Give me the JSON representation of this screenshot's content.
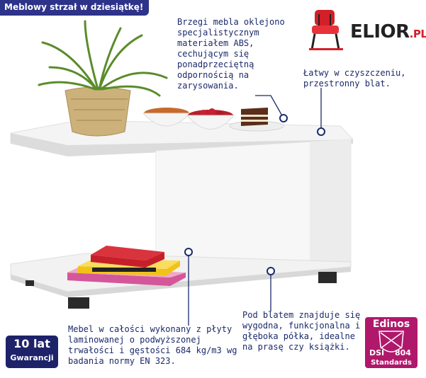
{
  "header": {
    "tagline": "Meblowy strzał w dziesiątkę!"
  },
  "brand": {
    "name": "ELIOR",
    "suffix": ".PL"
  },
  "notes": {
    "edges": "Brzegi mebla oklejono specjalistycznym materiałem ABS, cechującym się ponadprzeciętną odpornością na zarysowania.",
    "cleaning": "Łatwy w czyszczeniu, przestronny blat.",
    "material": "Mebel w całości wykonany z płyty laminowanej o podwyższonej trwałości i gęstości 684 kg/m3 wg badania normy EN 323.",
    "shelf": "Pod blatem znajduje się wygodna, funkcjonalna i głęboka półka, idealne na prasę czy książki."
  },
  "warranty": {
    "years": "10 lat",
    "label": "Gwarancji"
  },
  "certificate": {
    "name": "Edinos",
    "dsi": "DSI",
    "number": "804",
    "standards": "Standards"
  },
  "colors": {
    "accent": "#2d3389",
    "note_text": "#1b2a6b",
    "brand_red": "#d21f28",
    "cert": "#b0186b"
  }
}
